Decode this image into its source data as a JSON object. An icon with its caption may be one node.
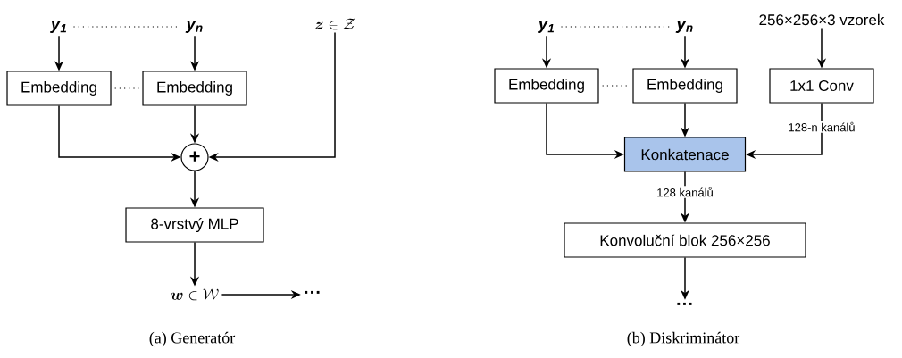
{
  "diagram": {
    "nodes": [
      {
        "text": [
          "y$_{1}$"
        ]
      },
      {
        "text": [
          "y$_{n}$"
        ]
      },
      {
        "text": [
          "\\boldsymbol{z} \\in \\mathcal{Z}"
        ]
      },
      {
        "text": [
          "Embedding"
        ]
      },
      {
        "text": [
          "Embedding"
        ]
      },
      {
        "text": [
          "+"
        ]
      },
      {
        "text": [
          "8-vrstvý MLP"
        ]
      },
      {
        "text": [
          "\\boldsymbol{w} \\in \\mathcal{W}"
        ]
      },
      {
        "text": [
          "···"
        ]
      },
      {
        "text": [
          "y$_{1}$"
        ]
      },
      {
        "text": [
          "y$_{n}$"
        ]
      },
      {
        "text": [
          "256×256×3 vzorek"
        ]
      },
      {
        "text": [
          "Embedding"
        ]
      },
      {
        "text": [
          "Embedding"
        ]
      },
      {
        "text": [
          "1x1 Conv"
        ]
      },
      {
        "text": [
          "Konkatenace"
        ]
      },
      {
        "text": [
          "Konvoluční blok 256×256"
        ]
      },
      {
        "text": [
          "···"
        ]
      }
    ],
    "edges": [
      {
        "from": 0,
        "to": 3,
        "arrow": "to"
      },
      {
        "from": 1,
        "to": 4,
        "arrow": "to"
      },
      {
        "from": 3,
        "to": 5,
        "arrow": "to"
      },
      {
        "from": 4,
        "to": 5,
        "arrow": "to"
      },
      {
        "from": 2,
        "to": 5,
        "arrow": "to"
      },
      {
        "from": 5,
        "to": 6,
        "arrow": "to"
      },
      {
        "from": 6,
        "to": 7,
        "arrow": "to"
      },
      {
        "from": 7,
        "to": 8,
        "arrow": "to"
      },
      {
        "from": 0,
        "to": 1,
        "arrow": "none",
        "style": "dashed"
      },
      {
        "from": 3,
        "to": 4,
        "arrow": "none",
        "style": "dashed"
      },
      {
        "from": 9,
        "to": 12,
        "arrow": "to"
      },
      {
        "from": 10,
        "to": 13,
        "arrow": "to"
      },
      {
        "from": 11,
        "to": 14,
        "arrow": "to"
      },
      {
        "from": 12,
        "to": 15,
        "arrow": "to"
      },
      {
        "from": 13,
        "to": 15,
        "arrow": "to"
      },
      {
        "from": 14,
        "to": 15,
        "arrow": "to",
        "label": "128-n kanálů"
      },
      {
        "from": 15,
        "to": 16,
        "arrow": "to",
        "label": "128 kanálů"
      },
      {
        "from": 16,
        "to": 17,
        "arrow": "to"
      },
      {
        "from": 9,
        "to": 10,
        "arrow": "none",
        "style": "dashed"
      },
      {
        "from": 12,
        "to": 13,
        "arrow": "none",
        "style": "dashed"
      }
    ],
    "labels": [
      "(a) Generatór",
      "(b) Diskriminátor"
    ]
  }
}
